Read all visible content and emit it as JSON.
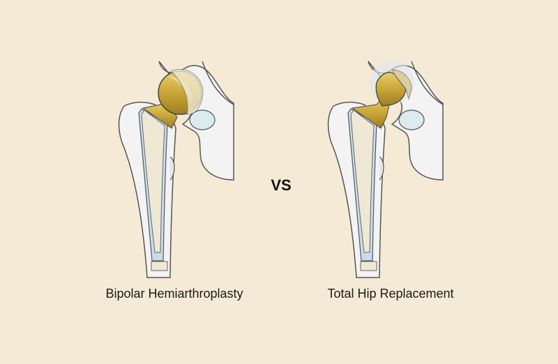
{
  "left_panel": {
    "label": "Bipolar Hemiarthroplasty",
    "illustration": "hip-bipolar-hemiarthroplasty"
  },
  "right_panel": {
    "label": "Total Hip Replacement",
    "illustration": "hip-total-replacement"
  },
  "separator": "VS",
  "colors": {
    "background": "#f5ead6",
    "implant": "#c9a637",
    "bone": "#f3f3f3",
    "canal": "#c9dcee",
    "cartilage": "#dcebf0"
  }
}
